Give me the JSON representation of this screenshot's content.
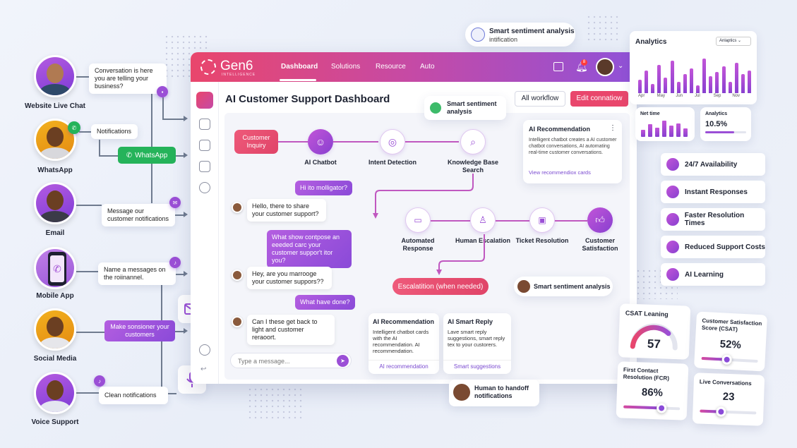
{
  "channels": [
    {
      "label": "Website Live Chat",
      "bubble": "Conversation is here you are telling your business?"
    },
    {
      "label": "WhatsApp",
      "bubble": "Notifications",
      "tag": "WhatsApp"
    },
    {
      "label": "Email",
      "bubble": "Message our customer notifications"
    },
    {
      "label": "Mobile App",
      "bubble": "Name a messages on the roiinannel."
    },
    {
      "label": "Social Media",
      "bubble": "Make sonsioner your customers"
    },
    {
      "label": "Voice Support",
      "bubble": "Clean notifications"
    }
  ],
  "top_callout": {
    "title": "Smart sentiment analysis",
    "sub": "intification"
  },
  "window": {
    "brand": "Gen6",
    "brand_sub": "INTELLIGENCE",
    "nav": [
      "Dashboard",
      "Solutions",
      "Resource",
      "Auto"
    ],
    "badge": "8",
    "title": "AI Customer Support Dashboard",
    "btn_all": "All workflow",
    "btn_edit": "Edit connatiow",
    "sentiment_tip": "Smart sentiment analysis",
    "flow": {
      "inquiry": "Customer Inquiry",
      "chatbot": "AI Chatbot",
      "intent": "Intent Detection",
      "kb": "Knowledge Base Search",
      "automated": "Automated Response",
      "human": "Human Escalation",
      "ticket": "Ticket Resolution",
      "satisfaction": "Customer Satisfaction",
      "escalation": "Escalatition (when needed)",
      "sentiment": "Smart sentiment analysis"
    },
    "rec_card": {
      "title": "AI Recommendation",
      "body": "Intelligent chatbot creates a AI customer chatbot conversations, AI automating real-time customer conversations.",
      "link": "View recommendiox cards"
    },
    "chat": [
      {
        "dir": "out",
        "text": "Hi ito molligator?"
      },
      {
        "dir": "in",
        "text": "Hello, there to share your customer support?"
      },
      {
        "dir": "out",
        "text": "What show contpose an eeeded carc your customer suppor't itor you?"
      },
      {
        "dir": "in",
        "text": "Hey, are you marrooge your customer suppors??"
      },
      {
        "dir": "out",
        "text": "What have done?"
      },
      {
        "dir": "in",
        "text": "Can I these get back to light and customer reraoort."
      }
    ],
    "chat_placeholder": "Type a message...",
    "ai_rec": {
      "title": "AI Recommendation",
      "body": "Intelligent chatbot cards with the AI recommendation. AI recommendation.",
      "link": "AI recommendation"
    },
    "ai_reply": {
      "title": "AI Smart Reply",
      "body": "Lave smart reply suggestions, smart reply tex to your custorers.",
      "link": "Smart suggestions"
    }
  },
  "handoff": "Human to handoff notifications",
  "analytics": {
    "title": "Analytics",
    "select": "Anlaptics",
    "months": [
      "Apr",
      "May",
      "Jun",
      "Jul",
      "Sep",
      "Nov"
    ],
    "bars": [
      0.35,
      0.6,
      0.25,
      0.75,
      0.4,
      0.85,
      0.3,
      0.5,
      0.65,
      0.2,
      0.9,
      0.45,
      0.55,
      0.7,
      0.3,
      0.8,
      0.5,
      0.6
    ],
    "net_title": "Net time",
    "net_bars": [
      0.4,
      0.7,
      0.5,
      0.9,
      0.6,
      0.75,
      0.45
    ],
    "an2_title": "Analytics",
    "an2_value": "10.5%"
  },
  "features": [
    "24/7 Availability",
    "Instant Responses",
    "Faster Resolution Times",
    "Reduced Support Costs",
    "AI Learning"
  ],
  "metrics": {
    "csat_lean": {
      "title": "CSAT Leaning",
      "value": "57"
    },
    "csat": {
      "title": "Customer Satisfaction Score (CSAT)",
      "value": "52%",
      "level": 0.45
    },
    "fcr": {
      "title": "First Contact Resolution (FCR)",
      "value": "86%",
      "level": 0.68
    },
    "live": {
      "title": "Live Conversations",
      "value": "23",
      "level": 0.38
    }
  }
}
